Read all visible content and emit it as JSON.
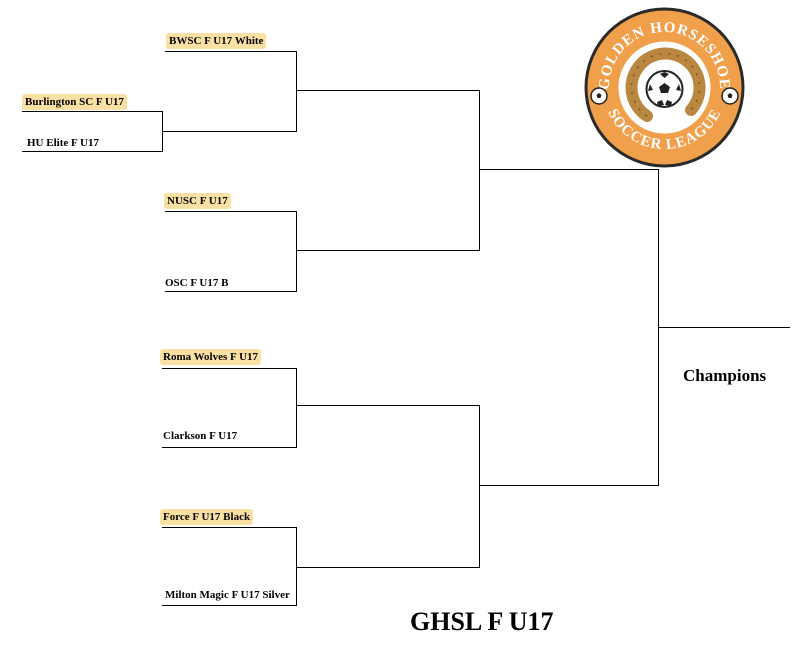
{
  "bracket": {
    "round1": [
      {
        "label": "Burlington SC F U17",
        "highlighted": true
      },
      {
        "label": "HU Elite F U17",
        "highlighted": false
      }
    ],
    "round2": [
      {
        "label": "BWSC F U17 White",
        "highlighted": true
      },
      {
        "label": "NUSC F U17",
        "highlighted": true
      },
      {
        "label": "OSC F U17 B",
        "highlighted": false
      },
      {
        "label": "Roma Wolves F U17",
        "highlighted": true
      },
      {
        "label": "Clarkson F U17",
        "highlighted": false
      },
      {
        "label": "Force F U17 Black",
        "highlighted": true
      },
      {
        "label": "Milton Magic F U17 Silver",
        "highlighted": false
      }
    ],
    "champions_label": "Champions"
  },
  "title": "GHSL F U17",
  "logo": {
    "top_text": "GOLDEN HORSESHOE",
    "bottom_text": "SOCCER LEAGUE",
    "ring_color": "#f0a04b",
    "horseshoe_color": "#b9873f"
  },
  "colors": {
    "highlight": "#fbe0a3"
  }
}
